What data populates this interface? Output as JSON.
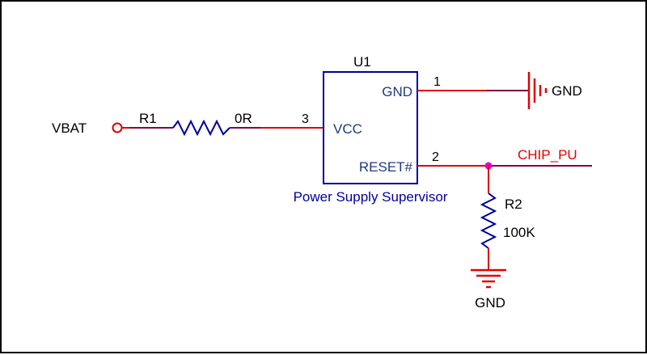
{
  "colors": {
    "wire": "#e00000",
    "component": "#00009a",
    "stub": "#800040",
    "junction": "#e000e0",
    "net_label": "#e00000",
    "text": "#000000",
    "chip_text": "#1f3a7a"
  },
  "schematic": {
    "power_port": {
      "label": "VBAT"
    },
    "r1": {
      "designator": "R1",
      "value": "0R"
    },
    "u1": {
      "designator": "U1",
      "description": "Power Supply Supervisor",
      "pins": [
        {
          "number": "1",
          "name": "GND"
        },
        {
          "number": "3",
          "name": "VCC"
        },
        {
          "number": "2",
          "name": "RESET#"
        }
      ]
    },
    "gnd_right": {
      "label": "GND"
    },
    "net_label": {
      "text": "CHIP_PU"
    },
    "r2": {
      "designator": "R2",
      "value": "100K"
    },
    "gnd_bottom": {
      "label": "GND"
    }
  }
}
